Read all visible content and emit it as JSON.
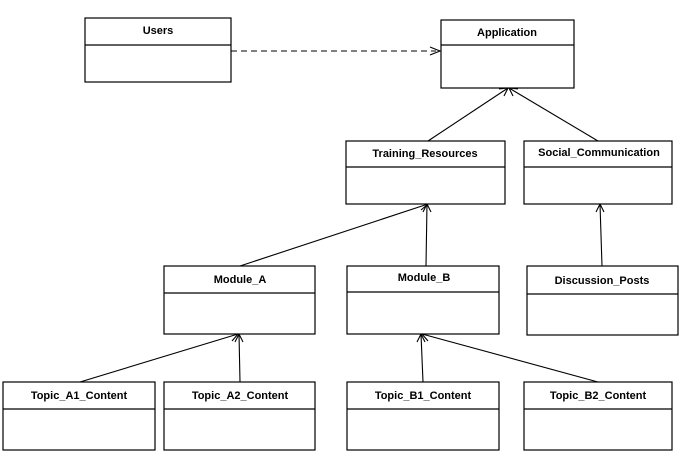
{
  "diagram": {
    "classes": [
      {
        "id": "users",
        "name": "Users"
      },
      {
        "id": "application",
        "name": "Application"
      },
      {
        "id": "training",
        "name": "Training_Resources"
      },
      {
        "id": "social",
        "name": "Social_Communication"
      },
      {
        "id": "module_a",
        "name": "Module_A"
      },
      {
        "id": "module_b",
        "name": "Module_B"
      },
      {
        "id": "discussion",
        "name": "Discussion_Posts"
      },
      {
        "id": "topic_a1",
        "name": "Topic_A1_Content"
      },
      {
        "id": "topic_a2",
        "name": "Topic_A2_Content"
      },
      {
        "id": "topic_b1",
        "name": "Topic_B1_Content"
      },
      {
        "id": "topic_b2",
        "name": "Topic_B2_Content"
      }
    ],
    "relations": [
      {
        "from": "users",
        "to": "application",
        "style": "dashed"
      },
      {
        "from": "training",
        "to": "application",
        "style": "solid"
      },
      {
        "from": "social",
        "to": "application",
        "style": "solid"
      },
      {
        "from": "module_a",
        "to": "training",
        "style": "solid"
      },
      {
        "from": "module_b",
        "to": "training",
        "style": "solid"
      },
      {
        "from": "discussion",
        "to": "social",
        "style": "solid"
      },
      {
        "from": "topic_a1",
        "to": "module_a",
        "style": "solid"
      },
      {
        "from": "topic_a2",
        "to": "module_a",
        "style": "solid"
      },
      {
        "from": "topic_b1",
        "to": "module_b",
        "style": "solid"
      },
      {
        "from": "topic_b2",
        "to": "module_b",
        "style": "solid"
      }
    ]
  }
}
